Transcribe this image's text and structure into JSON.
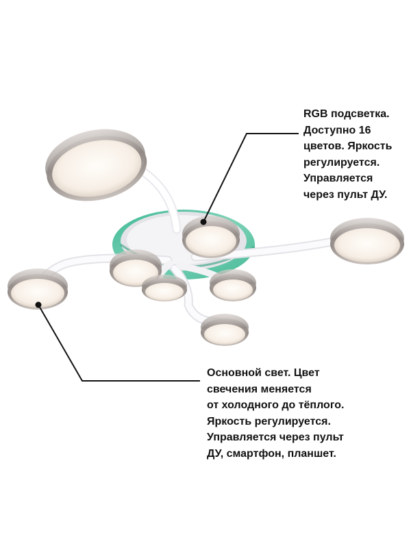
{
  "callouts": {
    "rgb_backlight": {
      "lines": [
        "RGB подсветка.",
        "Доступно 16",
        "цветов. Яркость",
        "регулируется.",
        "Управляется",
        "через пульт ДУ."
      ]
    },
    "main_light": {
      "lines": [
        "Основной свет. Цвет",
        "свечения меняется",
        "от холодного до тёплого.",
        "Яркость регулируется.",
        "Управляется через пульт",
        "ДУ, смартфон, планшет."
      ]
    }
  },
  "colors": {
    "rgb_ring": "#58c4a4",
    "arm": "#f1f1f3",
    "diffuser": "#fbf6f0",
    "leader_line": "#111111"
  }
}
